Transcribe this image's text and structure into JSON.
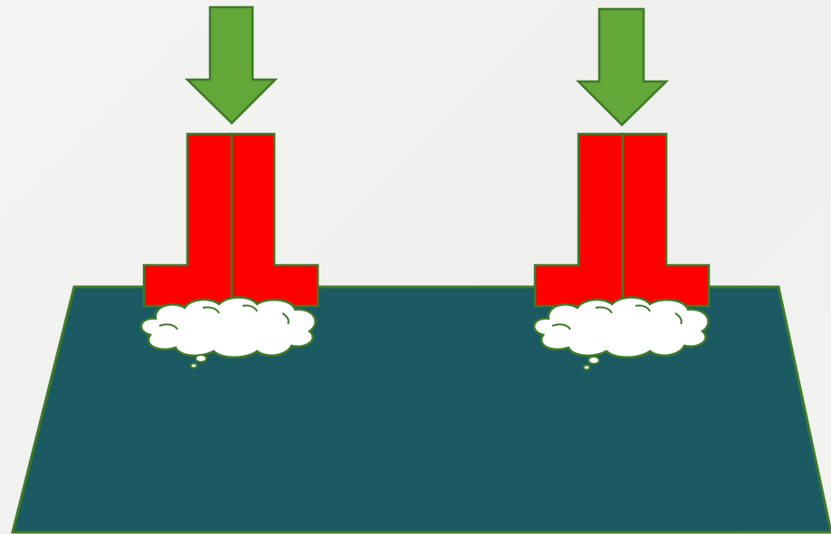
{
  "scene": {
    "background_color": "#f2f2f0",
    "ground": {
      "fill": "#1b5a62",
      "stroke": "#3f7a2a"
    },
    "arrows": [
      {
        "name": "left-down-arrow",
        "fill": "#62a737",
        "stroke": "#3f7a2a",
        "direction": "down"
      },
      {
        "name": "right-down-arrow",
        "fill": "#62a737",
        "stroke": "#3f7a2a",
        "direction": "down"
      }
    ],
    "columns": [
      {
        "name": "left-column",
        "fill": "#ff0000",
        "stroke": "#3f7a2a",
        "shape": "inverted-T"
      },
      {
        "name": "right-column",
        "fill": "#ff0000",
        "stroke": "#3f7a2a",
        "shape": "inverted-T"
      }
    ],
    "clouds": [
      {
        "name": "left-thought-cloud",
        "fill": "#ffffff",
        "stroke": "#3f7a2a",
        "text": ""
      },
      {
        "name": "right-thought-cloud",
        "fill": "#ffffff",
        "stroke": "#3f7a2a",
        "text": ""
      }
    ]
  }
}
